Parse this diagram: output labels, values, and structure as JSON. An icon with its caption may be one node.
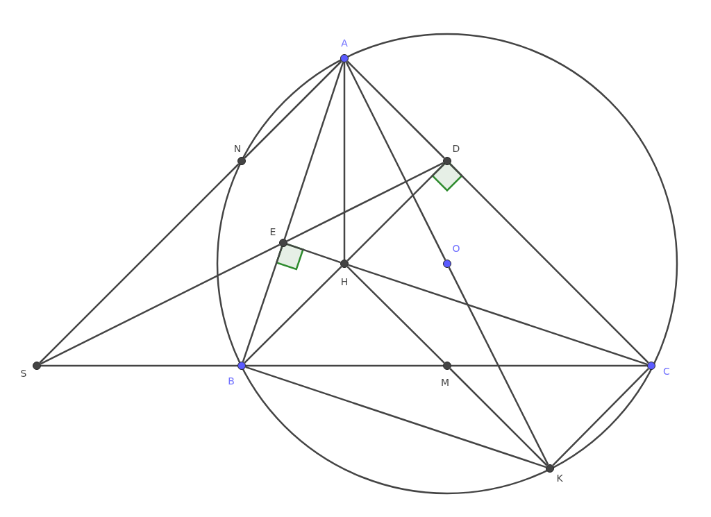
{
  "diagram": {
    "nodes": [
      {
        "text": [
          "A"
        ]
      },
      {
        "text": [
          "N"
        ]
      },
      {
        "text": [
          "D"
        ]
      },
      {
        "text": [
          "E"
        ]
      },
      {
        "text": [
          "H"
        ]
      },
      {
        "text": [
          "O"
        ]
      },
      {
        "text": [
          "S"
        ]
      },
      {
        "text": [
          "B"
        ]
      },
      {
        "text": [
          "M"
        ]
      },
      {
        "text": [
          "C"
        ]
      },
      {
        "text": [
          "K"
        ]
      }
    ],
    "edges": [
      {
        "from": 6,
        "to": 1,
        "arrow": "none"
      },
      {
        "from": 1,
        "to": 0,
        "arrow": "none"
      },
      {
        "from": 0,
        "to": 3,
        "arrow": "none"
      },
      {
        "from": 3,
        "to": 7,
        "arrow": "none"
      },
      {
        "from": 0,
        "to": 4,
        "arrow": "none"
      },
      {
        "from": 0,
        "to": 5,
        "arrow": "none"
      },
      {
        "from": 5,
        "to": 10,
        "arrow": "none"
      },
      {
        "from": 0,
        "to": 2,
        "arrow": "none"
      },
      {
        "from": 2,
        "to": 9,
        "arrow": "none"
      },
      {
        "from": 6,
        "to": 3,
        "arrow": "none"
      },
      {
        "from": 3,
        "to": 2,
        "arrow": "none"
      },
      {
        "from": 3,
        "to": 4,
        "arrow": "none"
      },
      {
        "from": 4,
        "to": 9,
        "arrow": "none"
      },
      {
        "from": 7,
        "to": 4,
        "arrow": "none"
      },
      {
        "from": 4,
        "to": 2,
        "arrow": "none"
      },
      {
        "from": 4,
        "to": 8,
        "arrow": "none"
      },
      {
        "from": 8,
        "to": 10,
        "arrow": "none"
      },
      {
        "from": 6,
        "to": 7,
        "arrow": "none"
      },
      {
        "from": 7,
        "to": 8,
        "arrow": "none"
      },
      {
        "from": 8,
        "to": 9,
        "arrow": "none"
      },
      {
        "from": 7,
        "to": 10,
        "arrow": "none"
      },
      {
        "from": 9,
        "to": 10,
        "arrow": "none"
      }
    ]
  }
}
